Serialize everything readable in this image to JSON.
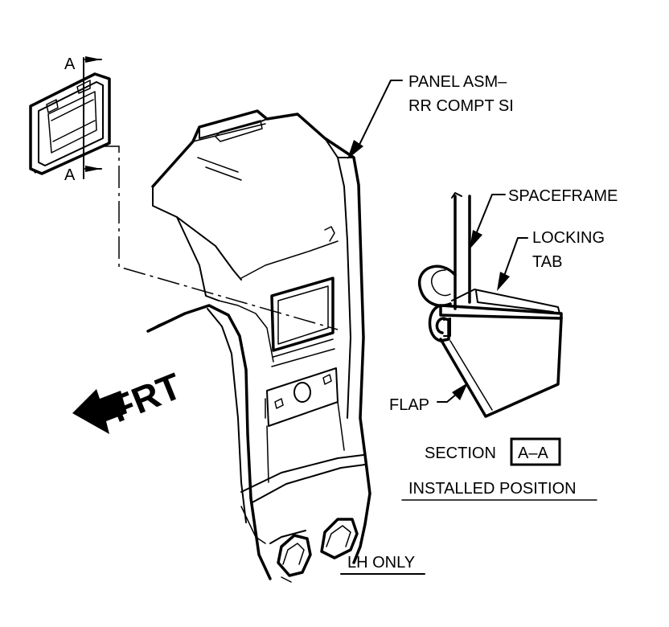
{
  "labels": {
    "panel_line1": "PANEL ASM–",
    "panel_line2": "RR COMPT SI",
    "section_mark_top": "A",
    "section_mark_bottom": "A",
    "spaceframe": "SPACEFRAME",
    "locking_line1": "LOCKING",
    "locking_line2": "TAB",
    "flap": "FLAP",
    "section_prefix": "SECTION",
    "section_id": "A–A",
    "installed_position": "INSTALLED POSITION",
    "frt": "FRT",
    "lh_only": "LH ONLY"
  }
}
